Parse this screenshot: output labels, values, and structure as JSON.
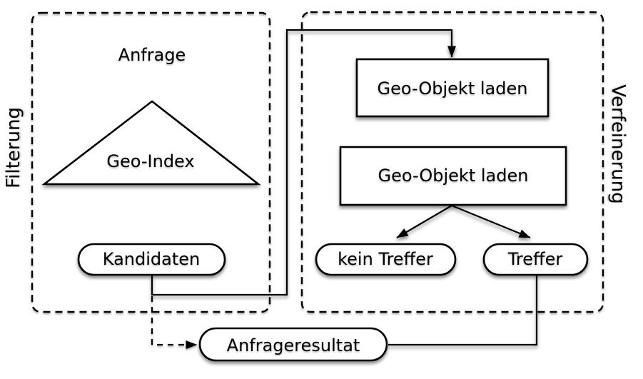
{
  "page": {
    "background": "#ffffff"
  },
  "colors": {
    "ink": "#000000",
    "node_fill": "#ffffff",
    "shadow": "rgba(0,0,0,0.45)"
  },
  "groups": {
    "filterung": {
      "label": "Filterung"
    },
    "verfeinerung": {
      "label": "Verfeinerung"
    }
  },
  "nodes": {
    "anfrage": {
      "label": "Anfrage"
    },
    "geo_index": {
      "label": "Geo-Index"
    },
    "kandidaten": {
      "label": "Kandidaten"
    },
    "geo_objekt_laden_1": {
      "label": "Geo-Objekt laden"
    },
    "geo_objekt_laden_2": {
      "label": "Geo-Objekt laden"
    },
    "kein_treffer": {
      "label": "kein Treffer"
    },
    "treffer": {
      "label": "Treffer"
    },
    "anfrageresultat": {
      "label": "Anfrageresultat"
    }
  }
}
